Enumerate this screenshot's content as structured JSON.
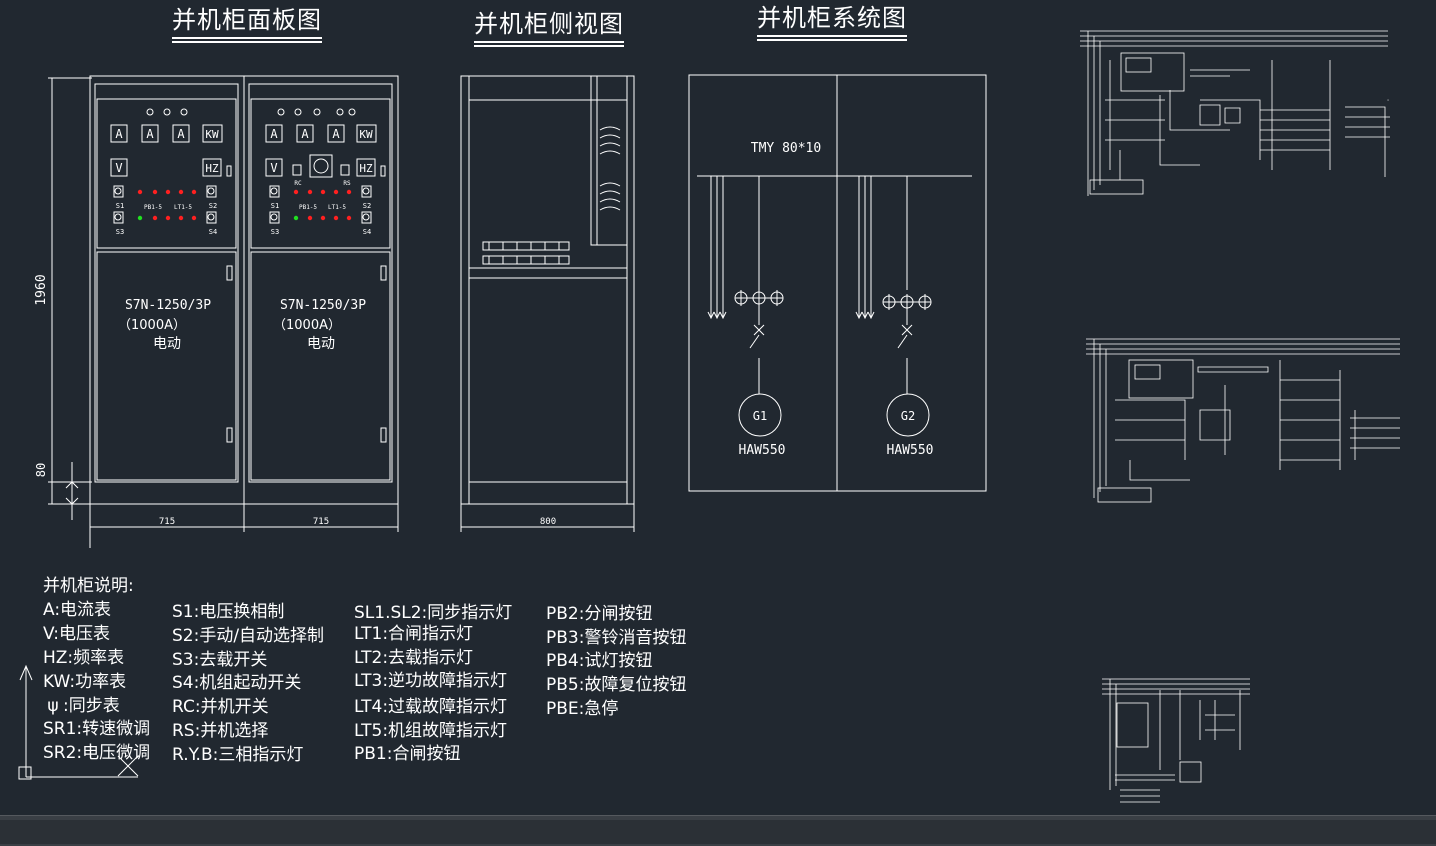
{
  "titles": {
    "panel_view": "并机柜面板图",
    "side_view": "并机柜侧视图",
    "system_view": "并机柜系统图"
  },
  "panel": {
    "height_label": "1960",
    "base_label": "80",
    "width_left": "715",
    "width_right": "715",
    "meters_row1": [
      "A",
      "A",
      "A",
      "KW"
    ],
    "meter_v": "V",
    "meter_hz": "HZ",
    "labels_left": {
      "s1": "S1",
      "s2": "S2",
      "s3": "S3",
      "s4": "S4",
      "pb": "PB1-5",
      "lt": "LT1-5"
    },
    "labels_right": {
      "rc": "RC",
      "rs": "RS",
      "s1": "S1",
      "s2": "S2",
      "s3": "S3",
      "s4": "S4",
      "pb": "PB1-5",
      "lt": "LT1-5"
    },
    "breaker_model": "S7N-1250/3P",
    "breaker_current": "（1000A）",
    "breaker_mode": "电动"
  },
  "side": {
    "width_label": "800"
  },
  "system": {
    "busbar": "TMY 80*10",
    "gen1": "G1",
    "gen2": "G2",
    "model1": "HAW550",
    "model2": "HAW550"
  },
  "legend": {
    "header": "并机柜说明:",
    "col1": [
      "A:电流表",
      "V:电压表",
      "HZ:频率表",
      "KW:功率表",
      ":同步表",
      "SR1:转速微调",
      "SR2:电压微调"
    ],
    "col2": [
      "S1:电压换相制",
      "S2:手动/自动选择制",
      "S3:去载开关",
      "S4:机组起动开关",
      "RC:并机开关",
      "RS:并机选择",
      "R.Y.B:三相指示灯"
    ],
    "col3": [
      "SL1.SL2:同步指示灯",
      "LT1:合闸指示灯",
      "LT2:去载指示灯",
      "LT3:逆功故障指示灯",
      "LT4:过载故障指示灯",
      "LT5:机组故障指示灯",
      "PB1:合闸按钮"
    ],
    "col4": [
      "PB2:分闸按钮",
      "PB3:警铃消音按钮",
      "PB4:试灯按钮",
      "PB5:故障复位按钮",
      "PBE:急停"
    ]
  },
  "colors": {
    "background": "#212830",
    "lines": "#ffffff",
    "indicator_red": "#ff2020",
    "indicator_green": "#20e020"
  }
}
